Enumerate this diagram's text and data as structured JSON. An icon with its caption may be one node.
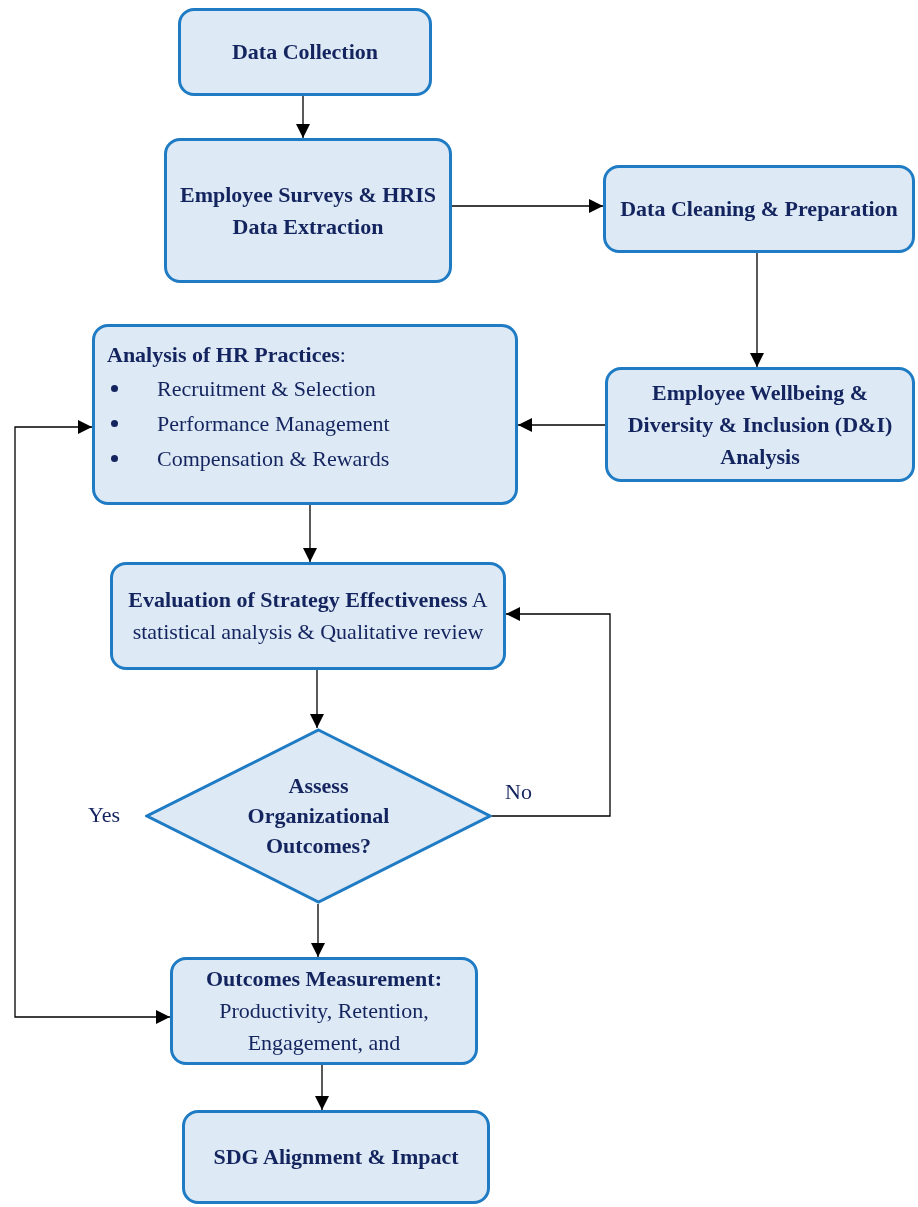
{
  "diagram": {
    "nodes": [
      {
        "text": [
          "Data Collection"
        ]
      },
      {
        "text": [
          "Employee Surveys & HRIS Data Extraction"
        ]
      },
      {
        "text": [
          "Data Cleaning & Preparation"
        ]
      },
      {
        "text": [
          "Employee Wellbeing & Diversity & Inclusion (D&I) Analysis"
        ]
      },
      {
        "text": [
          "**Analysis of HR Practices**:",
          "Recruitment & Selection",
          "Performance Management",
          "Compensation & Rewards"
        ]
      },
      {
        "text": [
          "**Evaluation of Strategy Effectiveness** A statistical analysis & Qualitative review"
        ]
      },
      {
        "text": [
          "Assess Organizational Outcomes?"
        ]
      },
      {
        "text": [
          "**Outcomes Measurement:** Productivity, Retention, Engagement, and"
        ]
      },
      {
        "text": [
          "SDG Alignment & Impact"
        ]
      }
    ],
    "edges": [
      {
        "from": 0,
        "to": 1,
        "arrow": "to"
      },
      {
        "from": 1,
        "to": 2,
        "arrow": "to"
      },
      {
        "from": 2,
        "to": 3,
        "arrow": "to"
      },
      {
        "from": 3,
        "to": 4,
        "arrow": "to"
      },
      {
        "from": 4,
        "to": 5,
        "arrow": "to"
      },
      {
        "from": 5,
        "to": 6,
        "arrow": "to"
      },
      {
        "from": 6,
        "to": 5,
        "arrow": "to",
        "label": "No"
      },
      {
        "from": 6,
        "to": 7,
        "arrow": "to"
      },
      {
        "from": 4,
        "to": 7,
        "arrow": "both"
      },
      {
        "from": 7,
        "to": 8,
        "arrow": "to"
      }
    ],
    "labels": [
      "Yes"
    ]
  }
}
